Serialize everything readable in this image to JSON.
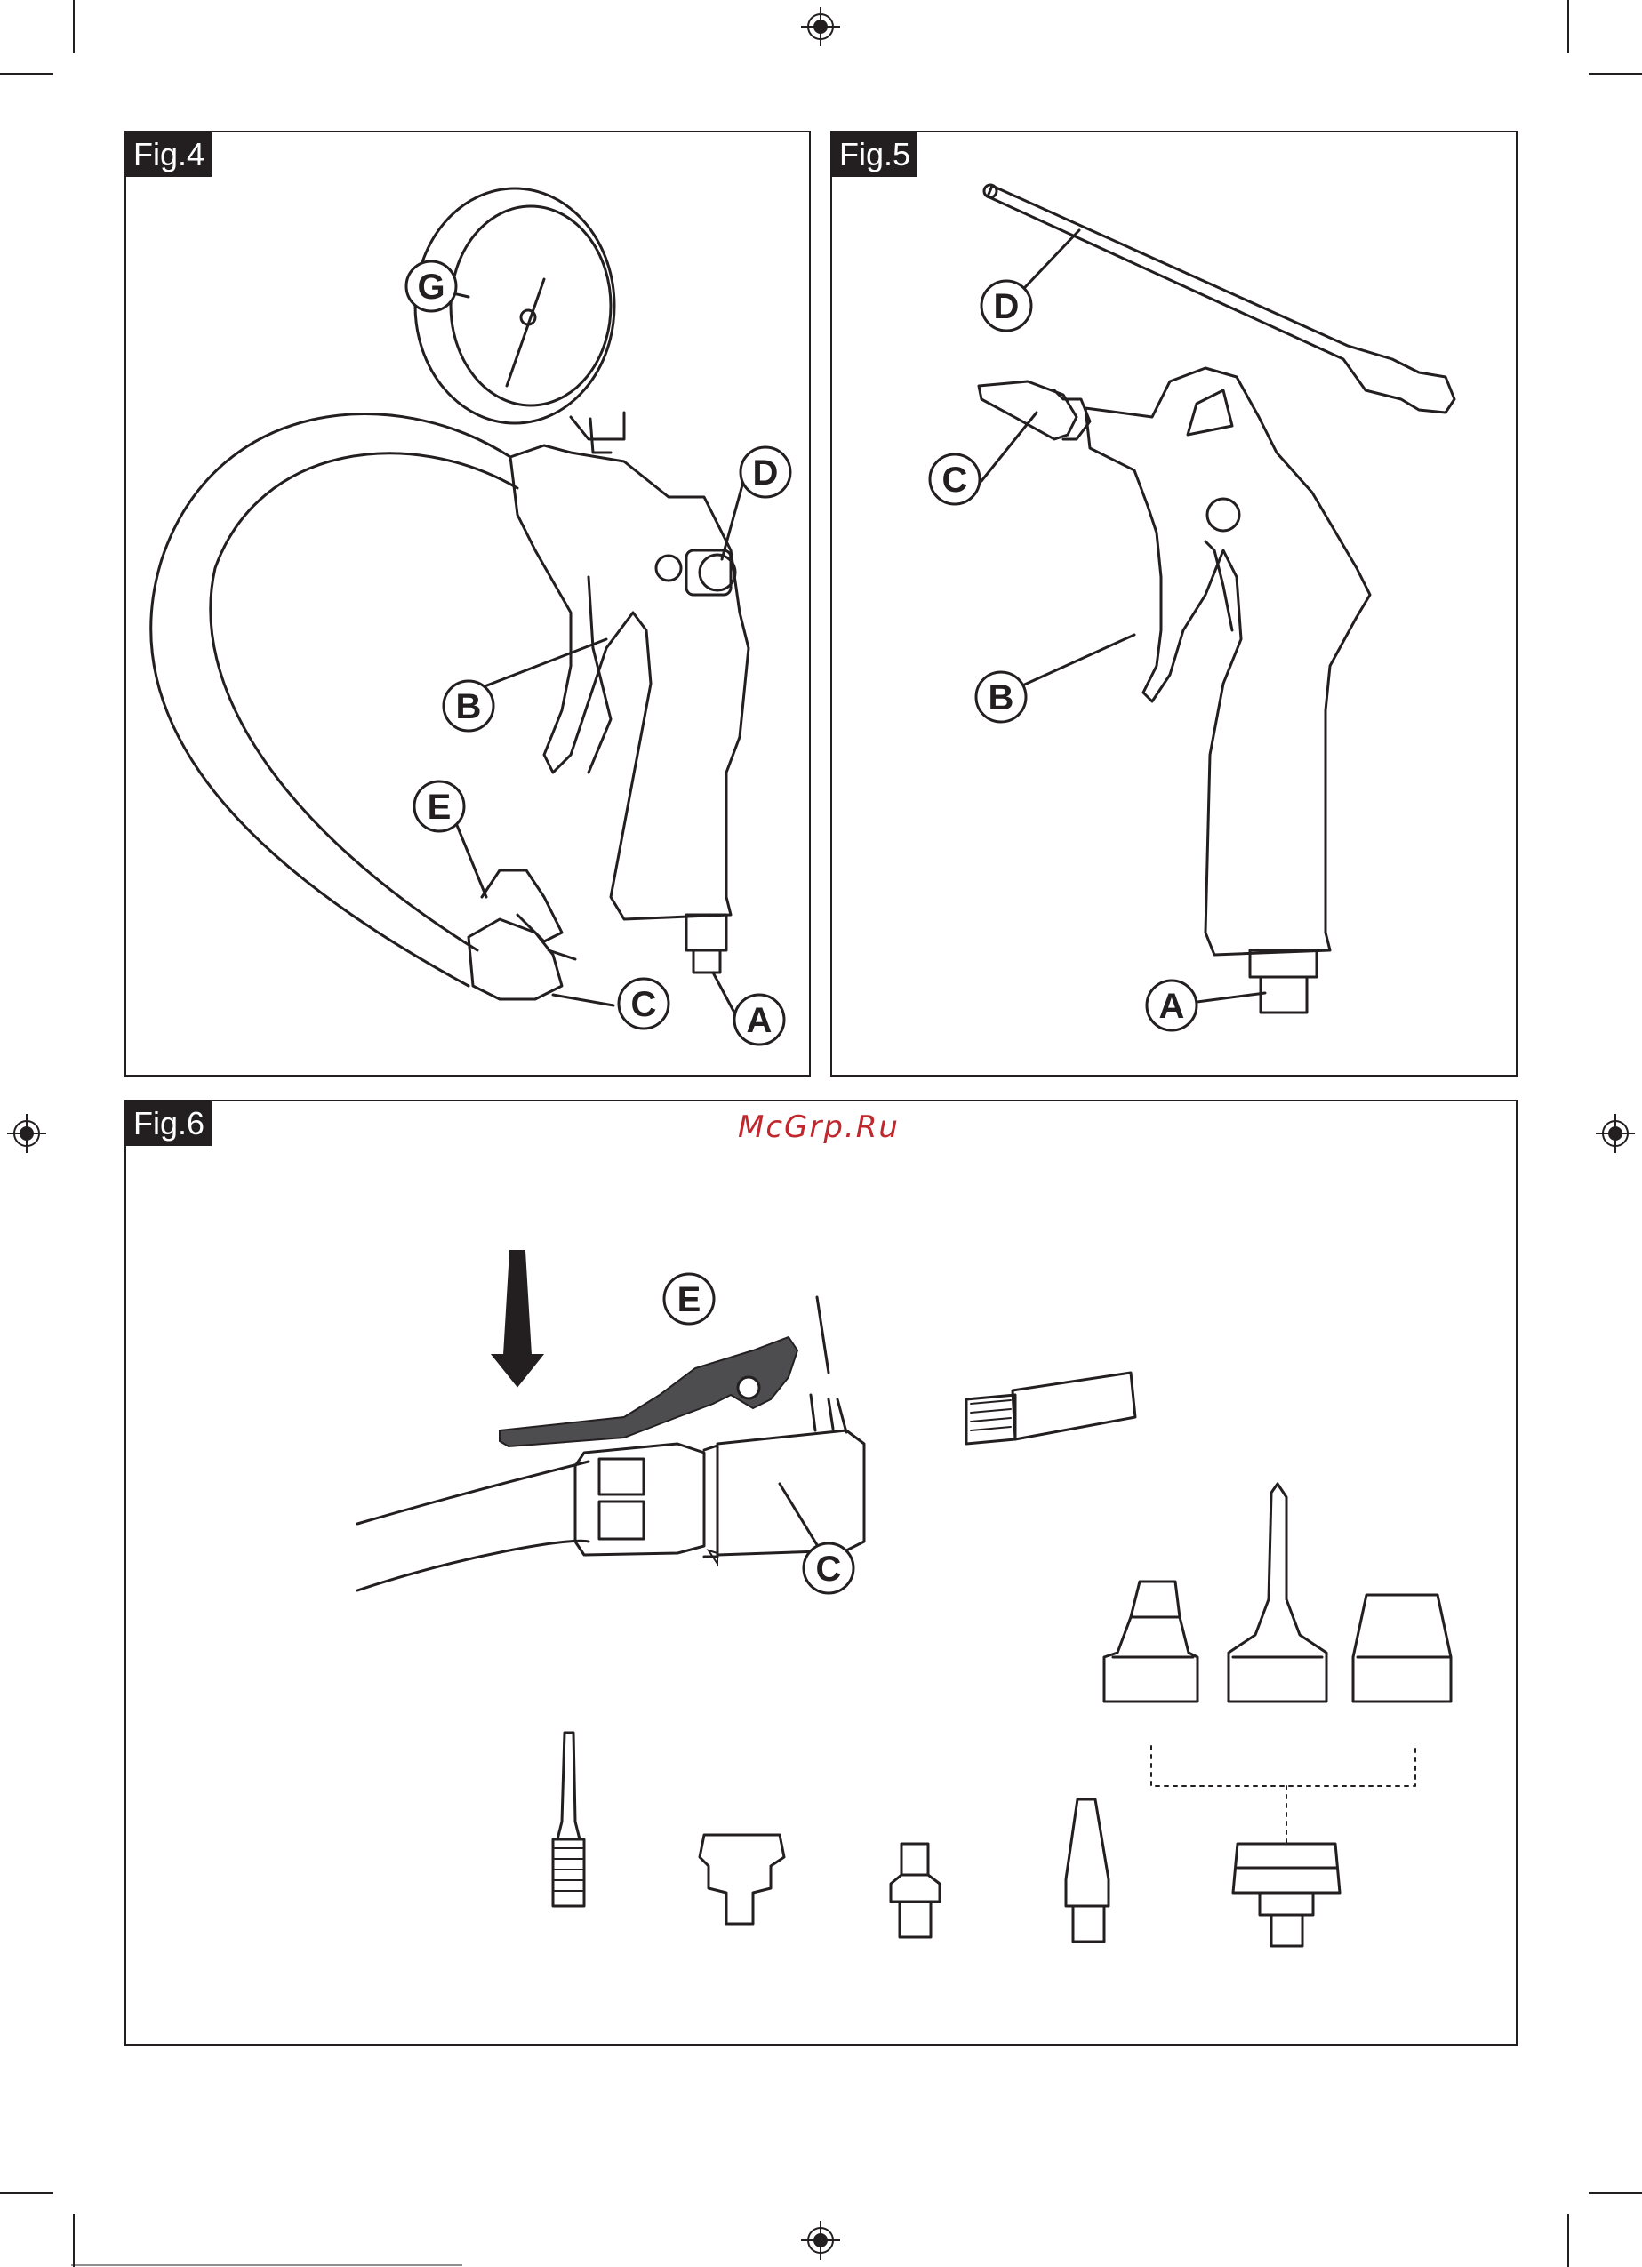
{
  "figures": [
    {
      "label": "Fig.4",
      "callouts": [
        "G",
        "D",
        "B",
        "E",
        "C",
        "A"
      ]
    },
    {
      "label": "Fig.5",
      "callouts": [
        "D",
        "C",
        "B",
        "A"
      ]
    },
    {
      "label": "Fig.6",
      "callouts": [
        "E",
        "C"
      ]
    }
  ],
  "watermark": "McGrp.Ru",
  "colors": {
    "line": "#231f20",
    "label_bg": "#231f20",
    "watermark": "#c0282d",
    "lever": "#4d4d4f"
  }
}
